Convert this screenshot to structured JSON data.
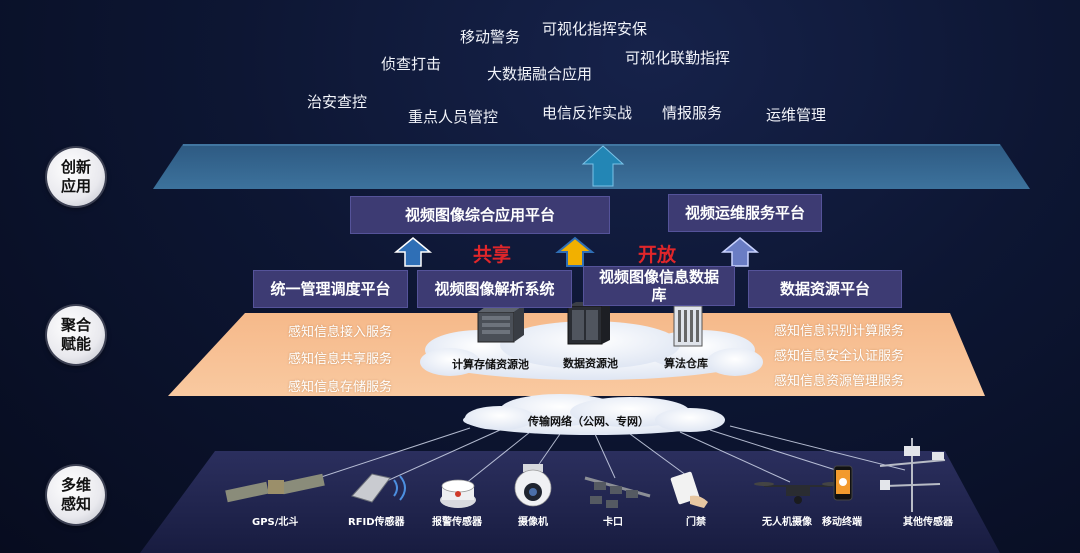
{
  "top_applications": [
    "移动警务",
    "可视化指挥安保",
    "侦查打击",
    "大数据融合应用",
    "可视化联勤指挥",
    "治安查控",
    "重点人员管控",
    "电信反诈实战",
    "情报服务",
    "运维管理"
  ],
  "layer_badges": {
    "innovation": "创新\n应用",
    "aggregation": "聚合\n赋能",
    "perception": "多维\n感知"
  },
  "app_platforms": [
    "视频图像综合应用平台",
    "视频运维服务平台"
  ],
  "arrow_labels": {
    "share": "共享",
    "open": "开放"
  },
  "core_platforms": [
    "统一管理调度平台",
    "视频图像解析系统",
    "视频图像信息数据库",
    "数据资源平台"
  ],
  "services_left": [
    "感知信息接入服务",
    "感知信息共享服务",
    "感知信息存储服务"
  ],
  "services_right": [
    "感知信息识别计算服务",
    "感知信息安全认证服务",
    "感知信息资源管理服务"
  ],
  "pools": [
    "计算存储资源池",
    "数据资源池",
    "算法仓库"
  ],
  "network_label": "传输网络（公网、专网）",
  "devices": [
    "GPS/北斗",
    "RFID传感器",
    "报警传感器",
    "摄像机",
    "卡口",
    "门禁",
    "无人机摄像",
    "移动终端",
    "其他传感器"
  ],
  "colors": {
    "background": "#0d1633",
    "top_plane": "#3a6d96",
    "middle_plane": "#f7bd8c",
    "bottom_plane": "#1f2452",
    "box_fill": "#3d3b73",
    "arrow_blue": "#2f6fb6",
    "arrow_gold": "#f2b000",
    "accent_red": "#e0262a"
  }
}
